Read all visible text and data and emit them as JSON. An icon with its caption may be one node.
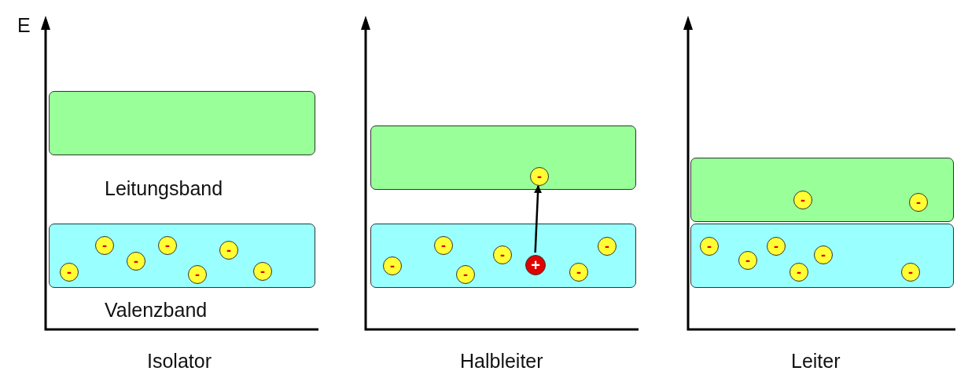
{
  "diagram": {
    "nodes": [
      {
        "text": [],
        "shape": "box",
        "beside": [
          "Leitungsband"
        ]
      },
      {
        "text": [],
        "shape": "box",
        "beside": [
          "Valenzband"
        ]
      },
      {
        "text": [
          "-"
        ],
        "in": 1
      },
      {
        "text": [
          "-"
        ],
        "in": 1
      },
      {
        "text": [
          "-"
        ],
        "in": 1
      },
      {
        "text": [
          "-"
        ],
        "in": 1
      },
      {
        "text": [
          "-"
        ],
        "in": 1
      },
      {
        "text": [
          "-"
        ],
        "in": 1
      },
      {
        "text": [
          "-"
        ],
        "in": 1
      },
      {
        "text": [],
        "shape": "box"
      },
      {
        "text": [
          "-"
        ],
        "in": 9
      },
      {
        "text": [],
        "shape": "box"
      },
      {
        "text": [
          "-"
        ],
        "in": 11
      },
      {
        "text": [
          "-"
        ],
        "in": 11
      },
      {
        "text": [
          "-"
        ],
        "in": 11
      },
      {
        "text": [
          "-"
        ],
        "in": 11
      },
      {
        "text": [
          "-"
        ],
        "in": 11
      },
      {
        "text": [
          "-"
        ],
        "in": 11
      },
      {
        "text": [
          "+"
        ],
        "in": 11
      },
      {
        "text": [],
        "shape": "box"
      },
      {
        "text": [
          "-"
        ],
        "in": 19
      },
      {
        "text": [
          "-"
        ],
        "in": 19
      },
      {
        "text": [],
        "shape": "box"
      },
      {
        "text": [
          "-"
        ],
        "in": 22
      },
      {
        "text": [
          "-"
        ],
        "in": 22
      },
      {
        "text": [
          "-"
        ],
        "in": 22
      },
      {
        "text": [
          "-"
        ],
        "in": 22
      },
      {
        "text": [
          "-"
        ],
        "in": 22
      },
      {
        "text": [
          "-"
        ],
        "in": 22
      }
    ],
    "edges": [
      {
        "from": 18,
        "to": 10,
        "arrow": "to"
      }
    ],
    "labels": [
      "E",
      "Isolator",
      "Halbleiter",
      "Leiter"
    ]
  }
}
